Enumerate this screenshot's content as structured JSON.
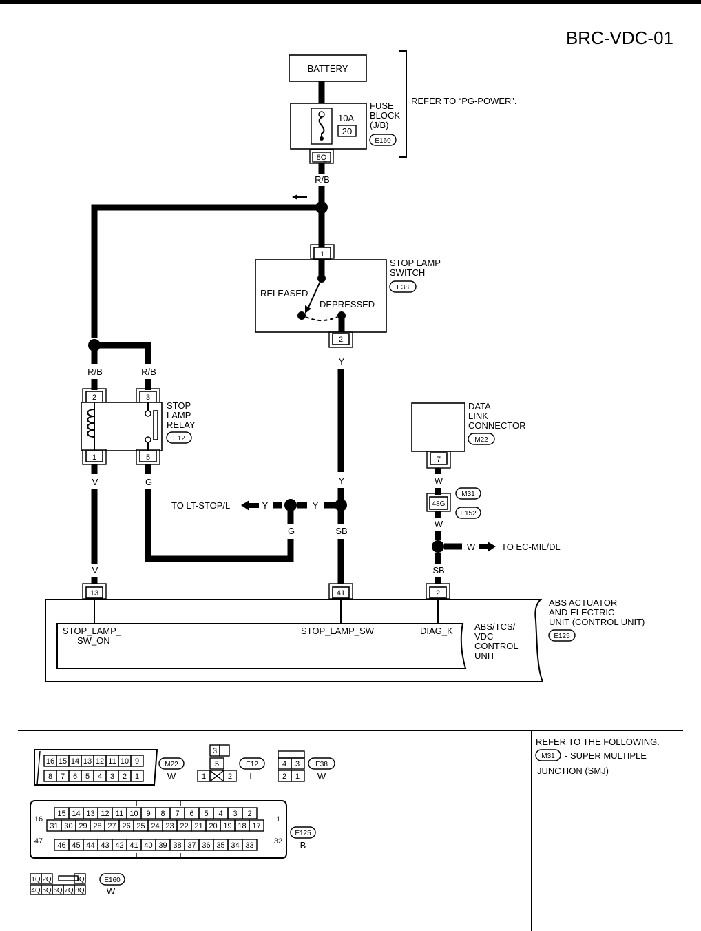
{
  "page_id": "BRC-VDC-01",
  "battery": {
    "label": "BATTERY"
  },
  "fuse_block": {
    "label_line1": "FUSE",
    "label_line2": "BLOCK",
    "label_line3": "(J/B)",
    "connector": "E160",
    "rating": "10A",
    "fuse_number": "20",
    "terminal": "8Q"
  },
  "refer_power": "REFER TO “PG-POWER”.",
  "wires": {
    "rb": "R/B",
    "y": "Y",
    "v": "V",
    "g": "G",
    "sb": "SB",
    "w": "W"
  },
  "stop_lamp_switch": {
    "label_line1": "STOP LAMP",
    "label_line2": "SWITCH",
    "connector": "E38",
    "released": "RELEASED",
    "depressed": "DEPRESSED",
    "terminal_in": "1",
    "terminal_out": "2"
  },
  "stop_lamp_relay": {
    "label_line1": "STOP",
    "label_line2": "LAMP",
    "label_line3": "RELAY",
    "connector": "E12",
    "t2": "2",
    "t3": "3",
    "t1": "1",
    "t5": "5"
  },
  "data_link": {
    "label_line1": "DATA",
    "label_line2": "LINK",
    "label_line3": "CONNECTOR",
    "connector": "M22",
    "terminal": "7"
  },
  "smj": {
    "connector_top": "M31",
    "terminal": "48G",
    "connector_bottom": "E152"
  },
  "to_lt_stop": "TO LT-STOP/L",
  "to_ec_mil": "TO EC-MIL/DL",
  "control_unit": {
    "outer_line1": "ABS ACTUATOR",
    "outer_line2": "AND ELECTRIC",
    "outer_line3": "UNIT (CONTROL UNIT)",
    "connector": "E125",
    "inner_line1": "ABS/TCS/",
    "inner_line2": "VDC",
    "inner_line3": "CONTROL",
    "inner_line4": "UNIT",
    "t13": "13",
    "t41": "41",
    "t2": "2",
    "sig1_line1": "STOP_LAMP_",
    "sig1_line2": "SW_ON",
    "sig2": "STOP_LAMP_SW",
    "sig3": "DIAG_K"
  },
  "legend": {
    "m22": {
      "connector": "M22",
      "color": "W",
      "top": [
        "16",
        "15",
        "14",
        "13",
        "12",
        "11",
        "10",
        "9"
      ],
      "bottom": [
        "8",
        "7",
        "6",
        "5",
        "4",
        "3",
        "2",
        "1"
      ]
    },
    "e12": {
      "connector": "E12",
      "color": "L",
      "pins": [
        "3",
        "5",
        "1",
        "2"
      ]
    },
    "e38": {
      "connector": "E38",
      "color": "W",
      "top": [
        "4",
        "3"
      ],
      "bottom": [
        "2",
        "1"
      ]
    },
    "e125": {
      "connector": "E125",
      "color": "B",
      "row1": [
        "15",
        "14",
        "13",
        "12",
        "11",
        "10",
        "9",
        "8",
        "7",
        "6",
        "5",
        "4",
        "3",
        "2"
      ],
      "row2": [
        "31",
        "30",
        "29",
        "28",
        "27",
        "26",
        "25",
        "24",
        "23",
        "22",
        "21",
        "20",
        "19",
        "18",
        "17"
      ],
      "row3": [
        "46",
        "45",
        "44",
        "43",
        "42",
        "41",
        "40",
        "39",
        "38",
        "37",
        "36",
        "35",
        "34",
        "33"
      ],
      "left_top": "16",
      "left_bottom": "47",
      "right_top": "1",
      "right_bottom": "32"
    },
    "e160": {
      "connector": "E160",
      "color": "W",
      "top": [
        "1Q",
        "2Q",
        "3Q"
      ],
      "bottom": [
        "4Q",
        "5Q",
        "6Q",
        "7Q",
        "8Q"
      ]
    }
  },
  "refer_following": {
    "line1": "REFER TO THE FOLLOWING.",
    "connector": "M31",
    "line2": "- SUPER MULTIPLE",
    "line3": "JUNCTION (SMJ)"
  }
}
